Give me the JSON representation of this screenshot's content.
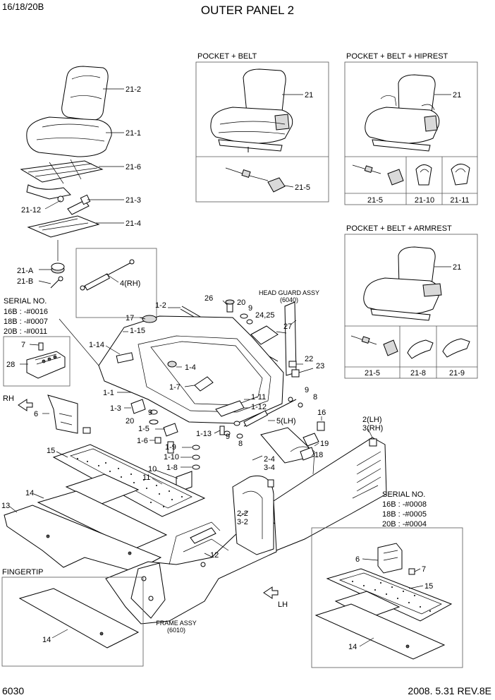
{
  "header": {
    "model": "16/18/20B",
    "title": "OUTER PANEL 2"
  },
  "footer": {
    "page": "6030",
    "date_rev": "2008. 5.31  REV.8E"
  },
  "boxes": {
    "pocket_belt": {
      "title": "POCKET + BELT",
      "labels": [
        "21",
        "21-5"
      ]
    },
    "pocket_belt_hiprest": {
      "title": "POCKET + BELT + HIPREST",
      "labels": [
        "21",
        "21-5",
        "21-10",
        "21-11"
      ]
    },
    "pocket_belt_armrest": {
      "title": "POCKET + BELT + ARMREST",
      "labels": [
        "21",
        "21-5",
        "21-8",
        "21-9"
      ]
    },
    "serial_left": {
      "title": "SERIAL NO.",
      "lines": [
        "16B : -#0016",
        "18B : -#0007",
        "20B : -#0011"
      ],
      "labels": [
        "7",
        "28"
      ]
    },
    "serial_right": {
      "title": "SERIAL NO.",
      "lines": [
        "16B : -#0008",
        "18B : -#0005",
        "20B : -#0004"
      ],
      "labels": [
        "6",
        "7",
        "15",
        "14"
      ]
    },
    "fingertip": {
      "title": "FINGERTIP",
      "labels": [
        "14"
      ]
    },
    "gas_spring": {
      "labels": [
        "4(RH)"
      ]
    }
  },
  "assemblies": {
    "head_guard": {
      "name": "HEAD GUARD ASSY",
      "code": "(6040)"
    },
    "frame": {
      "name": "FRAME ASSY",
      "code": "(6010)"
    }
  },
  "directions": {
    "rh": "RH",
    "lh": "LH"
  },
  "callouts": {
    "seat": [
      "21-2",
      "21-1",
      "21-6",
      "21-3",
      "21-12",
      "21-4",
      "21-A",
      "21-B"
    ],
    "main": [
      "1-2",
      "17",
      "1-15",
      "1-14",
      "1-4",
      "1-7",
      "1-1",
      "1-3",
      "9",
      "20",
      "1-5",
      "1-6",
      "1-9",
      "1-10",
      "1-8",
      "10",
      "11",
      "26",
      "20",
      "9",
      "24,25",
      "27",
      "22",
      "23",
      "9",
      "8",
      "1-11",
      "1-12",
      "5(LH)",
      "1-13",
      "9",
      "8",
      "16",
      "2(LH)",
      "3(RH)",
      "19",
      "18",
      "2-4",
      "3-4",
      "6",
      "15",
      "14",
      "13",
      "2-2",
      "3-2",
      "12"
    ]
  }
}
